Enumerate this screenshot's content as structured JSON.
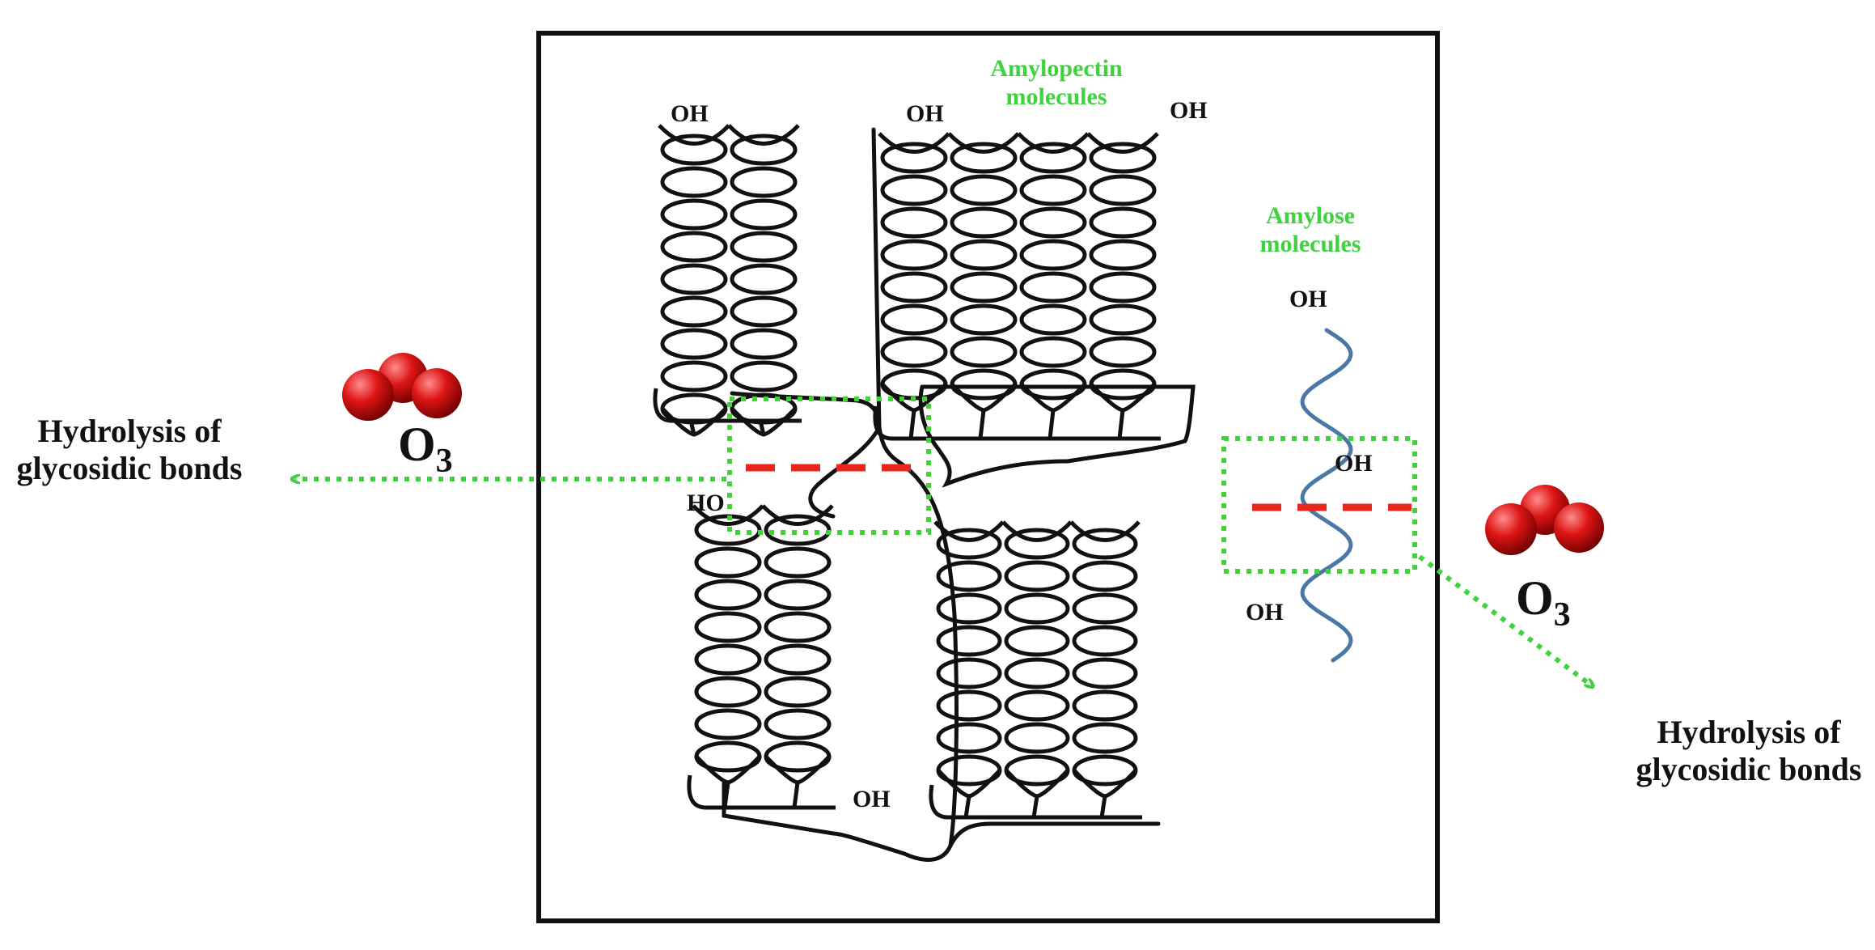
{
  "labels": {
    "amylopectin": "Amylopectin molecules",
    "amylose": "Amylose molecules",
    "oh": "OH",
    "ho": "HO",
    "ozone_main": "O",
    "ozone_sub": "3",
    "hydrolysis": "Hydrolysis of glycosidic bonds"
  },
  "colors": {
    "text": "#111111",
    "amylose_chain": "#4a78a6",
    "cleavage_line": "#e8261c",
    "reaction_arrow": "#3fd23f",
    "ozone_atom": "#d21010"
  },
  "icons": {
    "ozone": "ozone-molecule-icon",
    "arrow": "dotted-arrow-icon"
  }
}
